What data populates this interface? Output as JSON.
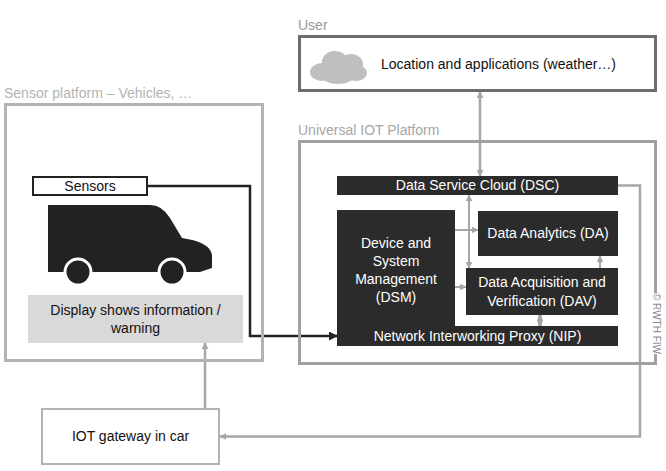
{
  "diagram": {
    "nodes": [
      {
        "text": [
          "User",
          "Location and applications (weather…)"
        ]
      },
      {
        "text": [
          "Sensor platform – Vehicles, …"
        ]
      },
      {
        "text": [
          "Sensors"
        ],
        "in": 1
      },
      {
        "text": [
          "Display shows information / warning"
        ],
        "in": 1
      },
      {
        "text": [
          "Universal IOT Platform"
        ]
      },
      {
        "text": [
          "Data Service Cloud (DSC)"
        ],
        "in": 4
      },
      {
        "text": [
          "Device and System Management (DSM)"
        ],
        "in": 4
      },
      {
        "text": [
          "Data Analytics (DA)"
        ],
        "in": 4
      },
      {
        "text": [
          "Data Acquisition and Verification (DAV)"
        ],
        "in": 4
      },
      {
        "text": [
          "Network Interworking Proxy (NIP)"
        ],
        "in": 4
      },
      {
        "text": [
          "IOT gateway in car"
        ]
      }
    ],
    "edges": [
      {
        "from": 0,
        "to": 5,
        "arrow": "both"
      },
      {
        "from": 2,
        "to": 9,
        "arrow": "to"
      },
      {
        "from": 5,
        "to": 10,
        "arrow": "to"
      },
      {
        "from": 10,
        "to": 3,
        "arrow": "to"
      },
      {
        "from": 6,
        "to": 7,
        "arrow": "to"
      },
      {
        "from": 6,
        "to": 8,
        "arrow": "to"
      },
      {
        "from": 5,
        "to": 8,
        "arrow": "both"
      },
      {
        "from": 8,
        "to": 7,
        "arrow": "to"
      },
      {
        "from": 8,
        "to": 9,
        "arrow": "both"
      },
      {
        "from": 6,
        "to": 9,
        "arrow": "both"
      }
    ],
    "labels": [
      "© RWTH FIW"
    ]
  }
}
